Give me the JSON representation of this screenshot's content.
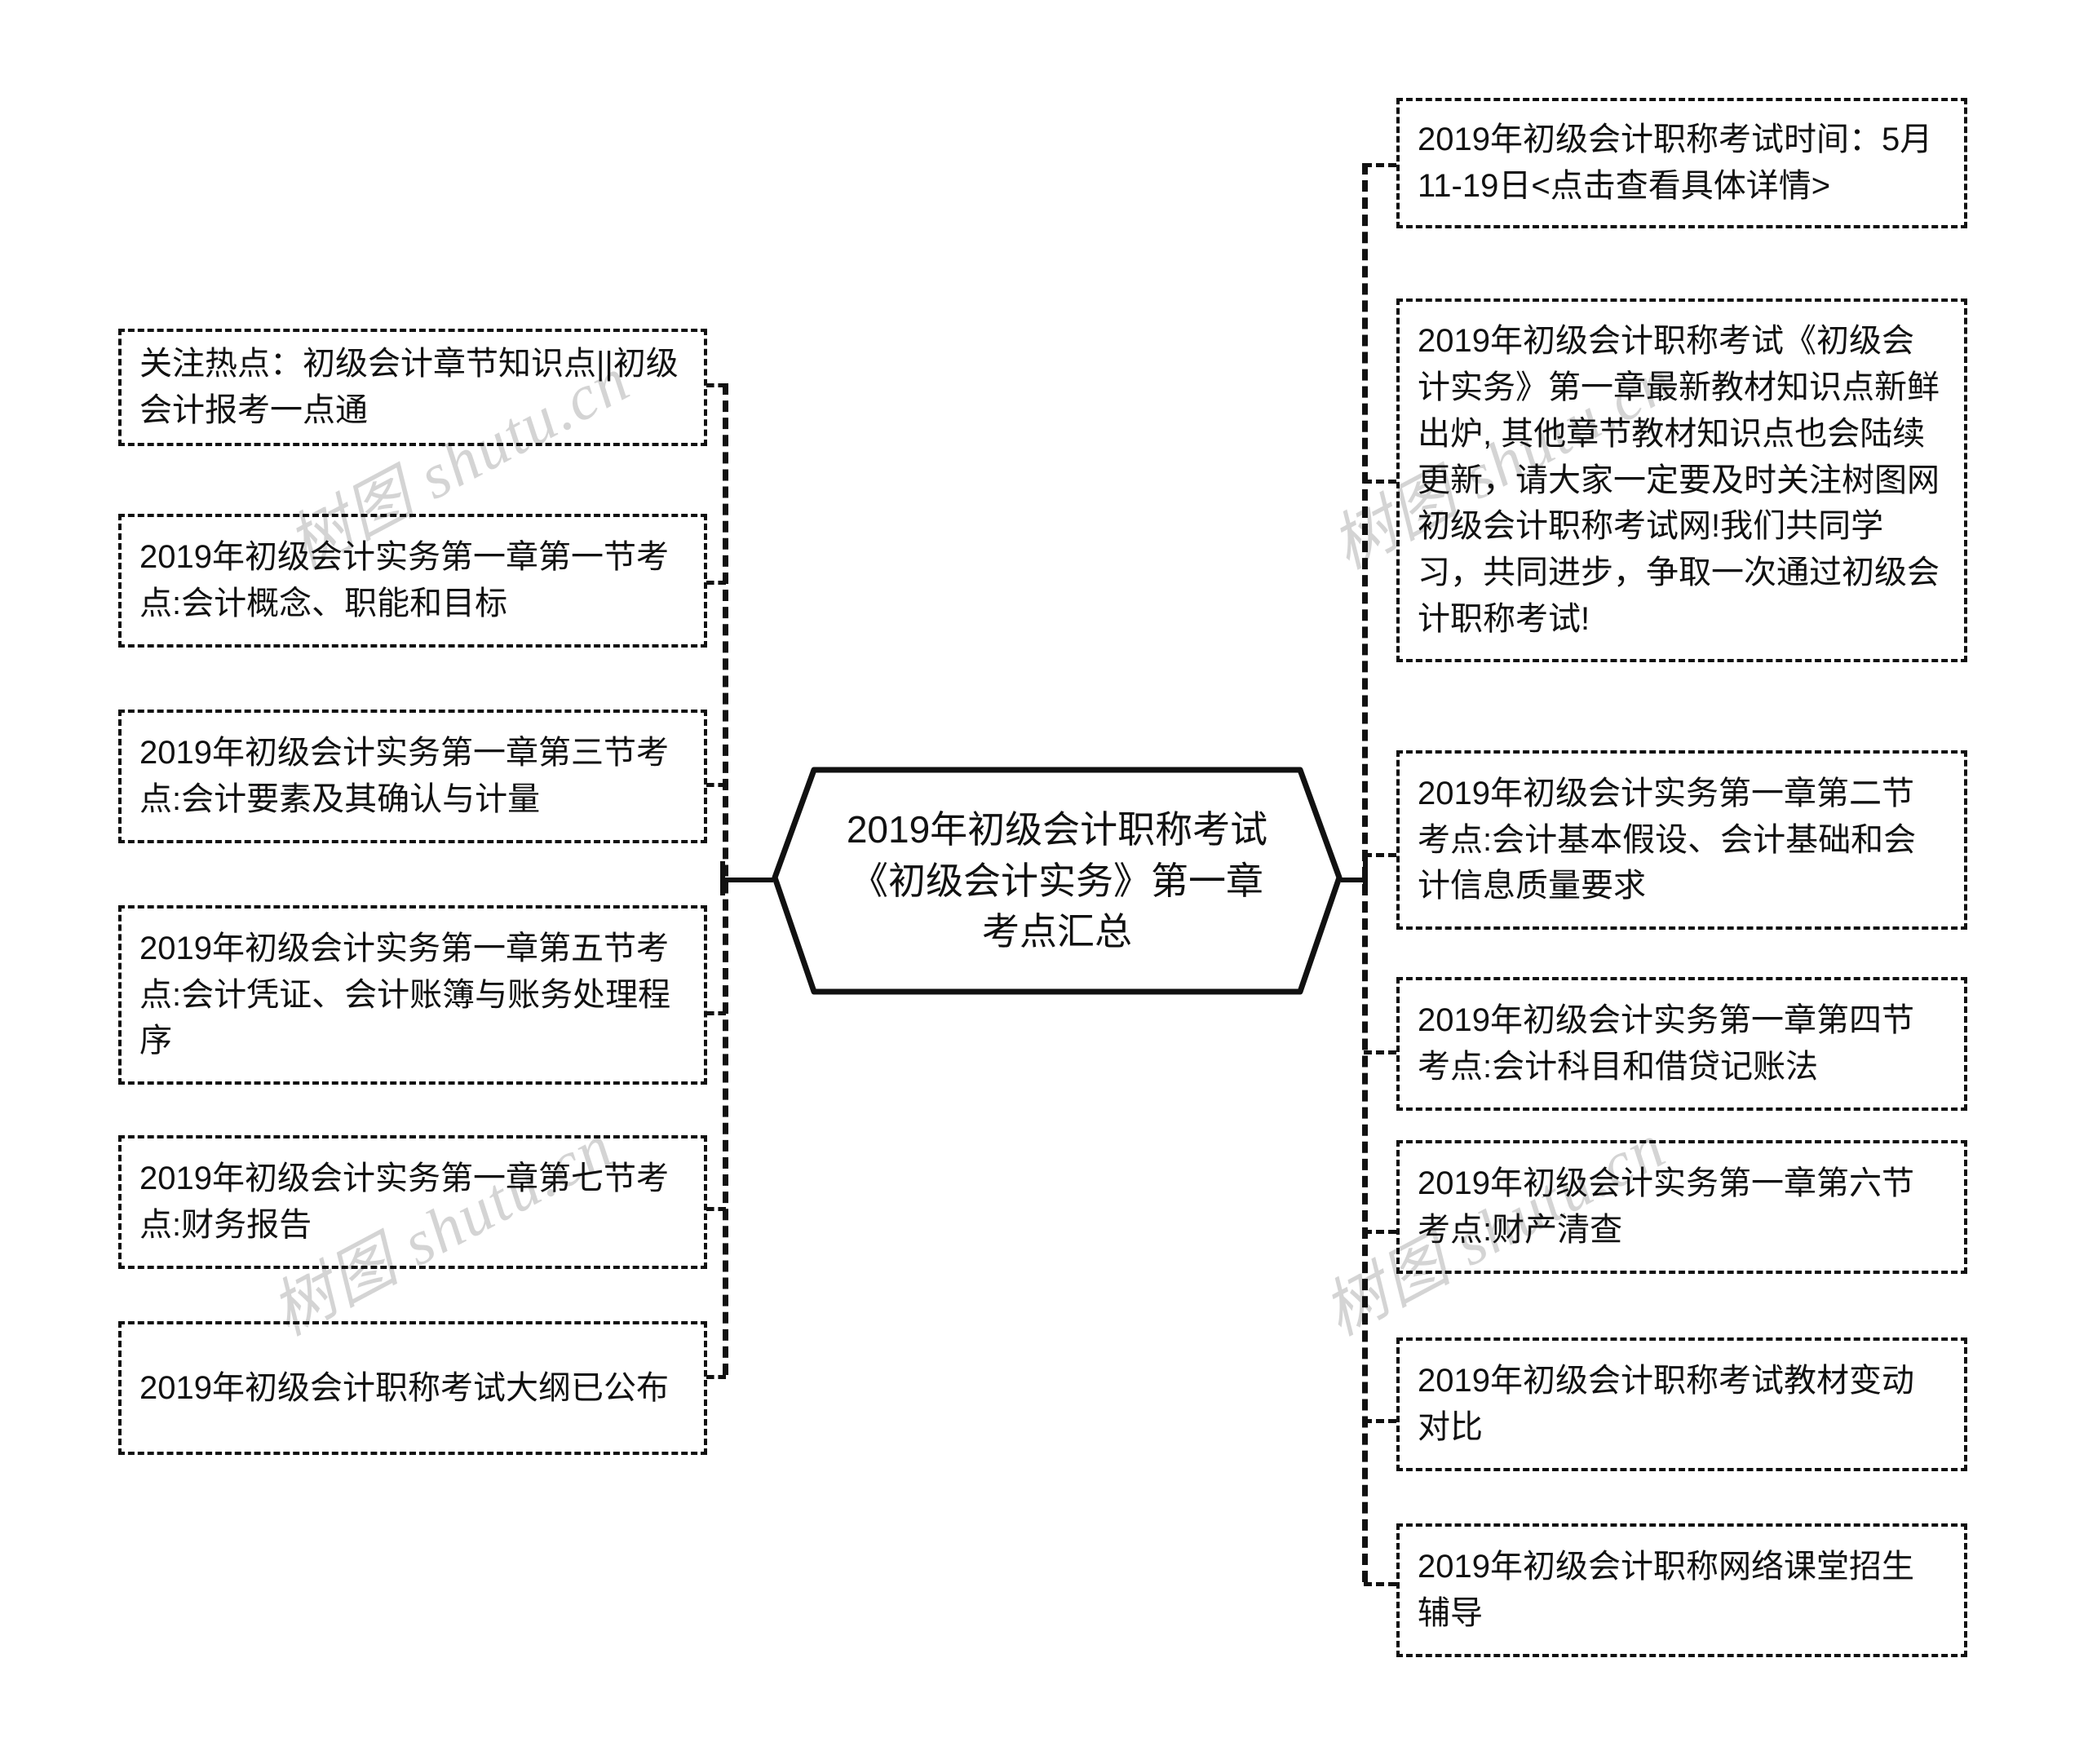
{
  "diagram": {
    "title": "2019年初级会计职称考试《初级会计实务》第一章考点汇总",
    "watermark": "树图 shutu.cn",
    "center": {
      "label": "2019年初级会计职称考试\n《初级会计实务》第一章\n考点汇总"
    },
    "left_branches": [
      {
        "label": "关注热点：初级会计章节知识点||初级会计报考一点通"
      },
      {
        "label": "2019年初级会计实务第一章第一节考点:会计概念、职能和目标"
      },
      {
        "label": "2019年初级会计实务第一章第三节考点:会计要素及其确认与计量"
      },
      {
        "label": "2019年初级会计实务第一章第五节考点:会计凭证、会计账簿与账务处理程序"
      },
      {
        "label": "2019年初级会计实务第一章第七节考点:财务报告"
      },
      {
        "label": "2019年初级会计职称考试大纲已公布"
      }
    ],
    "right_branches": [
      {
        "label": "2019年初级会计职称考试时间：5月11-19日<点击查看具体详情>"
      },
      {
        "label": "2019年初级会计职称考试《初级会计实务》第一章最新教材知识点新鲜出炉, 其他章节教材知识点也会陆续更新，请大家一定要及时关注树图网初级会计职称考试网!我们共同学习，共同进步，争取一次通过初级会计职称考试!"
      },
      {
        "label": "2019年初级会计实务第一章第二节考点:会计基本假设、会计基础和会计信息质量要求"
      },
      {
        "label": "2019年初级会计实务第一章第四节考点:会计科目和借贷记账法"
      },
      {
        "label": "2019年初级会计实务第一章第六节考点:财产清查"
      },
      {
        "label": "2019年初级会计职称考试教材变动对比"
      },
      {
        "label": "2019年初级会计职称网络课堂招生辅导"
      }
    ],
    "colors": {
      "line": "#111111",
      "text": "#111111",
      "background": "#ffffff",
      "watermark": "#d4d4d4"
    }
  }
}
